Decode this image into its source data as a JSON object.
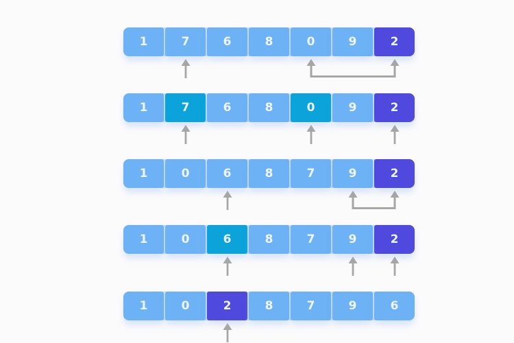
{
  "figure": {
    "name": "sorting-steps-visualization",
    "array_length": 7,
    "colors": {
      "background": "#fbfbfc",
      "cell_default": "#6db2f4",
      "cell_active": "#0ba3da",
      "cell_pivot": "#4f49dd",
      "cell_text": "#eef5fe",
      "divider": "#c9e2fb",
      "arrow": "#a6a6a6"
    },
    "rows": [
      {
        "values": [
          "1",
          "7",
          "6",
          "8",
          "0",
          "9",
          "2"
        ],
        "states": [
          "default",
          "default",
          "default",
          "default",
          "default",
          "default",
          "pivot"
        ],
        "markers": [
          {
            "type": "arrow",
            "index": 1
          },
          {
            "type": "swap-link",
            "from": 4,
            "to": 6
          }
        ]
      },
      {
        "values": [
          "1",
          "7",
          "6",
          "8",
          "0",
          "9",
          "2"
        ],
        "states": [
          "default",
          "active",
          "default",
          "default",
          "active",
          "default",
          "pivot"
        ],
        "markers": [
          {
            "type": "arrow",
            "index": 1
          },
          {
            "type": "arrow",
            "index": 4
          },
          {
            "type": "arrow",
            "index": 6
          }
        ]
      },
      {
        "values": [
          "1",
          "0",
          "6",
          "8",
          "7",
          "9",
          "2"
        ],
        "states": [
          "default",
          "default",
          "default",
          "default",
          "default",
          "default",
          "pivot"
        ],
        "markers": [
          {
            "type": "arrow",
            "index": 2
          },
          {
            "type": "swap-link",
            "from": 5,
            "to": 6
          }
        ]
      },
      {
        "values": [
          "1",
          "0",
          "6",
          "8",
          "7",
          "9",
          "2"
        ],
        "states": [
          "default",
          "default",
          "active",
          "default",
          "default",
          "default",
          "pivot"
        ],
        "markers": [
          {
            "type": "arrow",
            "index": 2
          },
          {
            "type": "arrow",
            "index": 5
          },
          {
            "type": "arrow",
            "index": 6
          }
        ]
      },
      {
        "values": [
          "1",
          "0",
          "2",
          "8",
          "7",
          "9",
          "6"
        ],
        "states": [
          "default",
          "default",
          "pivot",
          "default",
          "default",
          "default",
          "default"
        ],
        "markers": [
          {
            "type": "arrow",
            "index": 2
          }
        ]
      }
    ]
  }
}
